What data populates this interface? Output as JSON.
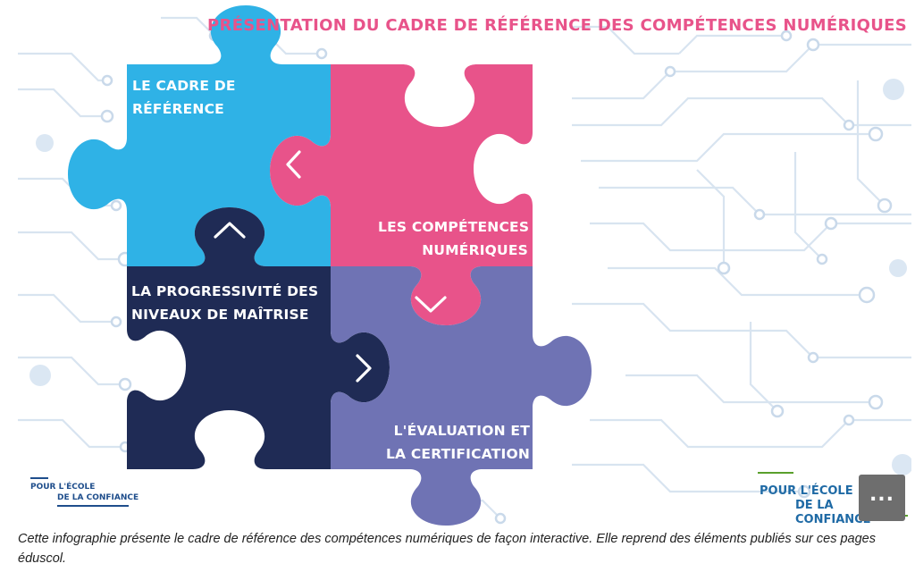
{
  "infographic": {
    "title": "PRÉSENTATION DU CADRE DE RÉFÉRENCE DES COMPÉTENCES NUMÉRIQUES",
    "pieces": [
      {
        "id": "cadre",
        "line1": "LE CADRE DE",
        "line2": "RÉFÉRENCE",
        "color": "#2fb2e6"
      },
      {
        "id": "competences",
        "line1": "LES COMPÉTENCES",
        "line2": "NUMÉRIQUES",
        "color": "#e8538a"
      },
      {
        "id": "progressivite",
        "line1": "LA PROGRESSIVITÉ DES",
        "line2": "NIVEAUX DE MAÎTRISE",
        "color": "#1f2b55"
      },
      {
        "id": "evaluation",
        "line1": "L'ÉVALUATION ET",
        "line2": "LA CERTIFICATION",
        "color": "#6f73b4"
      }
    ],
    "arrows": [
      "chevron-left-icon",
      "chevron-up-icon",
      "chevron-down-icon",
      "chevron-right-icon"
    ],
    "logo_small": {
      "line1": "POUR L'ÉCOLE",
      "line2": "DE LA CONFIANCE"
    },
    "logo_large": {
      "line1": "POUR L'ÉCOLE",
      "line2": "DE LA CONFIANCE"
    },
    "more_button": "..."
  },
  "caption": "Cette infographie présente le cadre de référence des compétences numériques de façon interactive. Elle reprend des éléments publiés sur ces pages éduscol.",
  "colors": {
    "accent_pink": "#e8538a",
    "cyan": "#2fb2e6",
    "navy": "#1f2b55",
    "lavender": "#6f73b4",
    "circuit": "#d6e3f0"
  }
}
